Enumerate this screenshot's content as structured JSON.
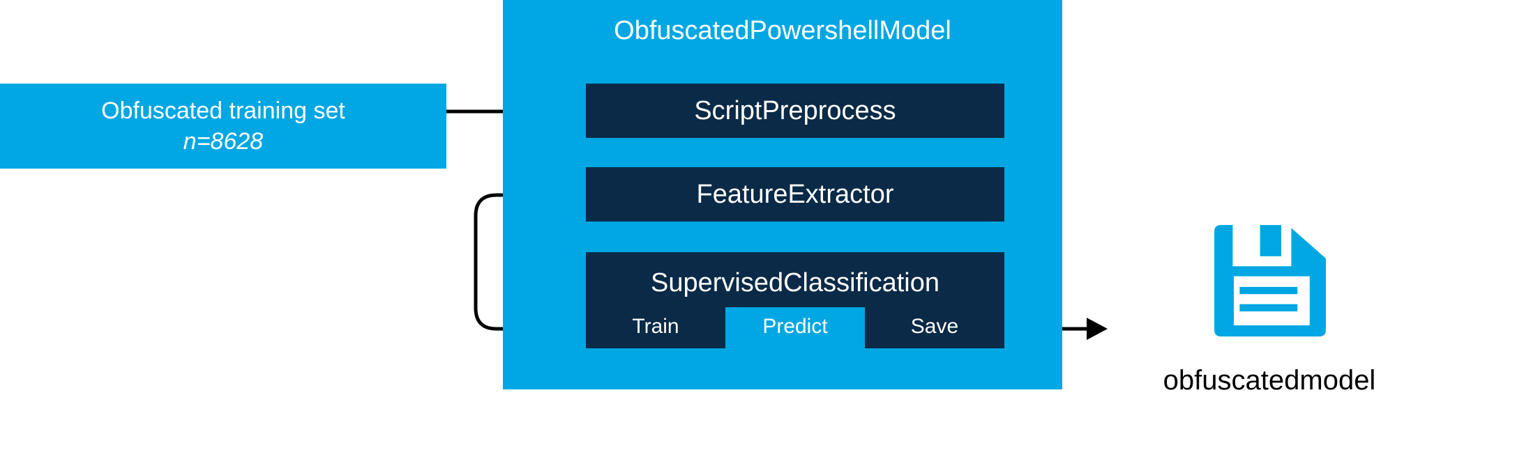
{
  "input_box": {
    "line1": "Obfuscated training set",
    "line2": "n=8628"
  },
  "model": {
    "title": "ObfuscatedPowershellModel",
    "stages": [
      {
        "label": "ScriptPreprocess"
      },
      {
        "label": "FeatureExtractor"
      },
      {
        "label": "SupervisedClassification",
        "tabs": [
          {
            "label": "Train",
            "active": false
          },
          {
            "label": "Predict",
            "active": true
          },
          {
            "label": "Save",
            "active": false
          }
        ]
      }
    ]
  },
  "output": {
    "icon": "floppy-disk-save-icon",
    "label": "obfuscatedmodel"
  },
  "colors": {
    "accent_blue": "#00A7E3",
    "dark_navy": "#0A2A47",
    "connector_black": "#000000",
    "text_on_blue": "#FFFFFF",
    "label_text": "#000000"
  }
}
